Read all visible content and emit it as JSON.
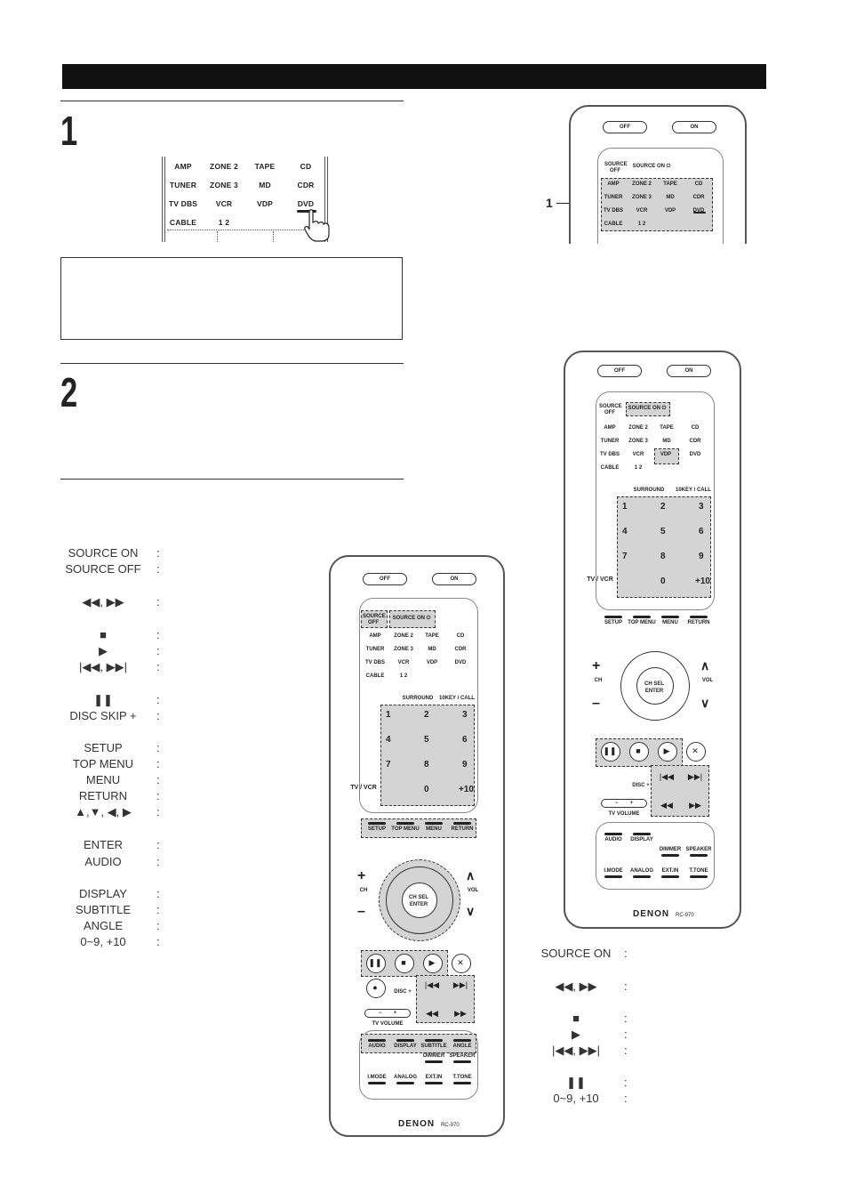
{
  "step1": {
    "number": "1"
  },
  "step2": {
    "number": "2"
  },
  "source_grid": {
    "rows": [
      [
        "AMP",
        "ZONE 2",
        "TAPE",
        "CD"
      ],
      [
        "TUNER",
        "ZONE 3",
        "MD",
        "CDR"
      ],
      [
        "TV DBS",
        "VCR",
        "VDP",
        "DVD"
      ],
      [
        "CABLE",
        "1 2",
        "",
        ""
      ]
    ]
  },
  "callout_label": "1",
  "left_list": [
    {
      "name": "SOURCE ON",
      "colon": ":"
    },
    {
      "name": "SOURCE OFF",
      "colon": ":"
    },
    {
      "name": "◀◀, ▶▶",
      "colon": ":"
    },
    {
      "name": "■",
      "colon": ":"
    },
    {
      "name": "▶",
      "colon": ":"
    },
    {
      "name": "|◀◀, ▶▶|",
      "colon": ":"
    },
    {
      "name": "❚❚",
      "colon": ":"
    },
    {
      "name": "DISC SKIP +",
      "colon": ":"
    },
    {
      "name": "SETUP",
      "colon": ":"
    },
    {
      "name": "TOP MENU",
      "colon": ":"
    },
    {
      "name": "MENU",
      "colon": ":"
    },
    {
      "name": "RETURN",
      "colon": ":"
    },
    {
      "name": "▲,▼, ◀, ▶",
      "colon": ":"
    },
    {
      "name": "ENTER",
      "colon": ":"
    },
    {
      "name": "AUDIO",
      "colon": ":"
    },
    {
      "name": "DISPLAY",
      "colon": ":"
    },
    {
      "name": "SUBTITLE",
      "colon": ":"
    },
    {
      "name": "ANGLE",
      "colon": ":"
    },
    {
      "name": "0~9, +10",
      "colon": ":"
    }
  ],
  "right_list": [
    {
      "name": "SOURCE ON",
      "colon": ":"
    },
    {
      "name": "◀◀, ▶▶",
      "colon": ":"
    },
    {
      "name": "■",
      "colon": ":"
    },
    {
      "name": "▶",
      "colon": ":"
    },
    {
      "name": "|◀◀, ▶▶|",
      "colon": ":"
    },
    {
      "name": "❚❚",
      "colon": ":"
    },
    {
      "name": "0~9, +10",
      "colon": ":"
    }
  ],
  "remote": {
    "off": "OFF",
    "on": "ON",
    "source_off": "SOURCE OFF",
    "source_on": "SOURCE ON ⏻",
    "surround": "SURROUND",
    "tenkey": "10KEY / CALL",
    "digits": [
      "1",
      "2",
      "3",
      "4",
      "5",
      "6",
      "7",
      "8",
      "9"
    ],
    "tv_vcr": "TV / VCR",
    "zero": "0",
    "plus10": "+10",
    "menu_row": [
      "SETUP",
      "TOP MENU",
      "MENU",
      "RETURN"
    ],
    "ch_sel": "CH SEL",
    "enter": "ENTER",
    "ch": "CH",
    "vol": "VOL",
    "disc_plus": "DISC +",
    "tv_volume": "TV VOLUME",
    "audio_row": [
      "AUDIO",
      "DISPLAY",
      "SUBTITLE",
      "ANGLE"
    ],
    "audio_row_short": [
      "AUDIO",
      "DISPLAY"
    ],
    "dimmer": "DIMMER",
    "speaker": "SPEAKER",
    "bottom_row": [
      "I.MODE",
      "ANALOG",
      "EXT.IN",
      "T.TONE"
    ],
    "brand": "DENON",
    "model": "RC-970"
  }
}
